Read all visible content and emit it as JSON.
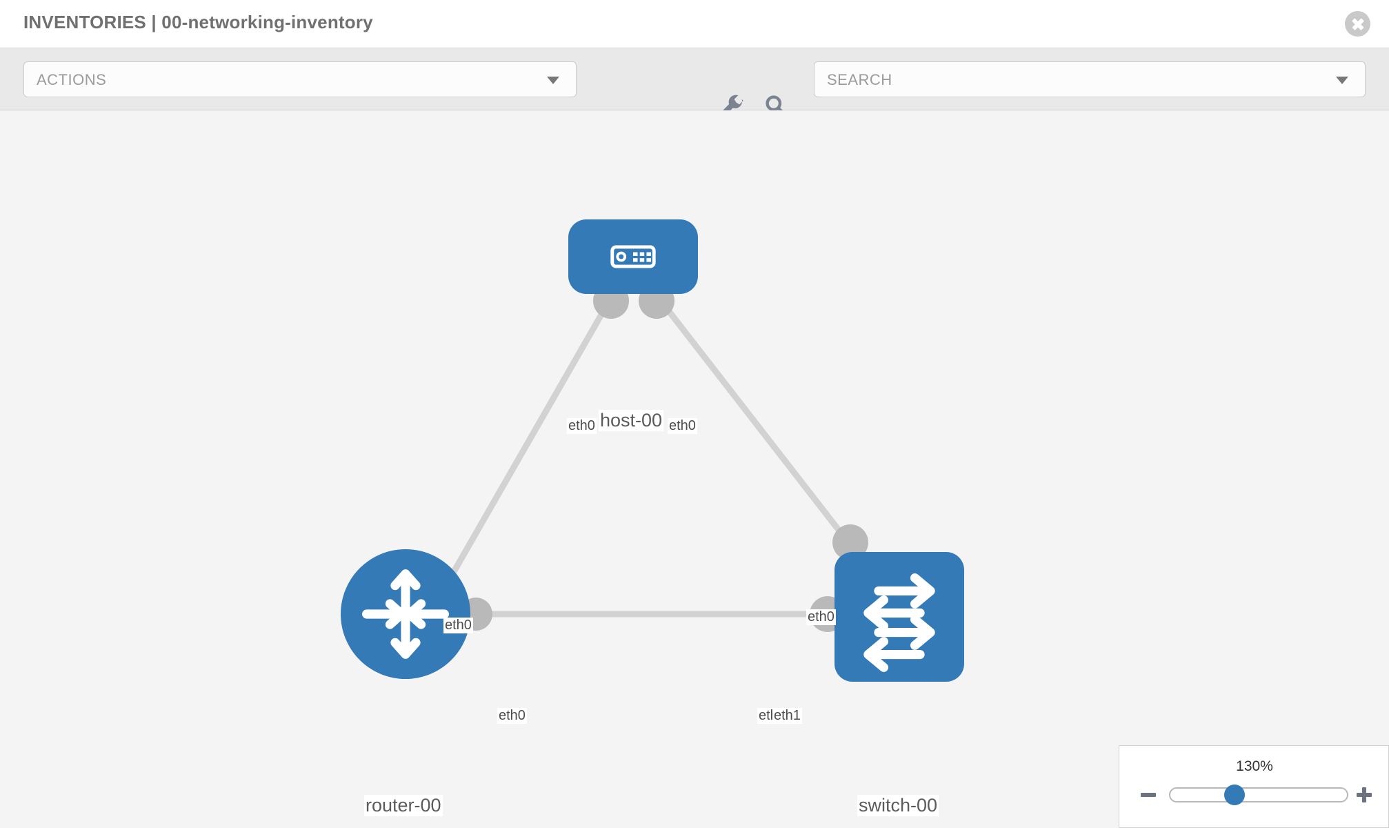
{
  "header": {
    "title": "INVENTORIES | 00-networking-inventory",
    "close_label": "close-icon"
  },
  "toolbar": {
    "actions_label": "ACTIONS",
    "search_placeholder": "SEARCH",
    "search_value": "SEARCH",
    "wrench_icon": "wrench-icon",
    "key_icon": "key-icon",
    "caret_icon": "chevron-down-icon"
  },
  "graph": {
    "nodes": [
      {
        "id": "host-00",
        "label": "host-00",
        "type": "host",
        "color": "#337ab7"
      },
      {
        "id": "router-00",
        "label": "router-00",
        "type": "router",
        "color": "#337ab7"
      },
      {
        "id": "switch-00",
        "label": "switch-00",
        "type": "switch",
        "color": "#337ab7"
      }
    ],
    "interfaces": {
      "host_left": "eth0",
      "host_right": "eth0",
      "router_to_host": "eth0",
      "switch_to_host": "eth0",
      "router_to_switch": "eth0",
      "switch_to_router_a": "eth0",
      "switch_to_router_b": "eth1"
    },
    "link_color": "#d2d2d2",
    "port_color": "#b9b9b9"
  },
  "zoom": {
    "value": "130%",
    "minus_label": "minus-icon",
    "plus_label": "plus-icon"
  }
}
